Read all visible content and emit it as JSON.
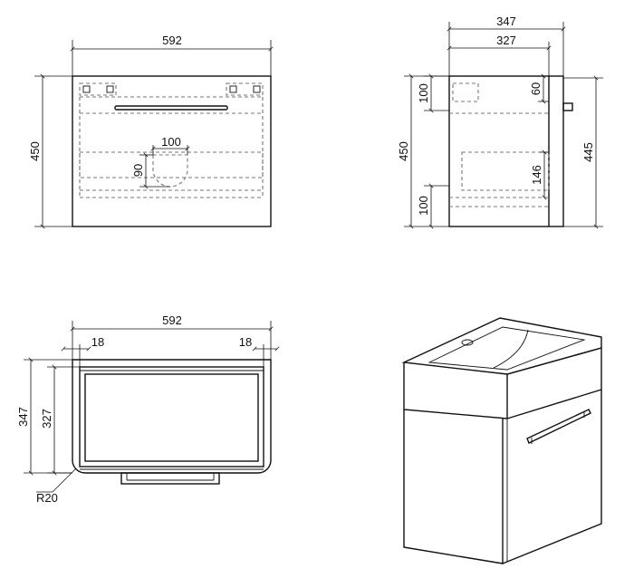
{
  "views": {
    "front": {
      "width_label": "592",
      "height_label": "450",
      "cutout_width_label": "100",
      "cutout_height_label": "90"
    },
    "side": {
      "depth_label": "347",
      "inner_depth_label": "327",
      "height_label": "450",
      "inner_height_label": "445",
      "top_offset_label": "100",
      "bracket_label": "60",
      "bottom_offset_label": "100",
      "cutout_height_label": "146"
    },
    "top": {
      "width_label": "592",
      "left_wall_label": "18",
      "right_wall_label": "18",
      "depth_label": "347",
      "inner_depth_label": "327",
      "radius_label": "R20"
    }
  },
  "colors": {
    "line": "#111111",
    "hidden_line": "#777777",
    "background": "#ffffff"
  }
}
